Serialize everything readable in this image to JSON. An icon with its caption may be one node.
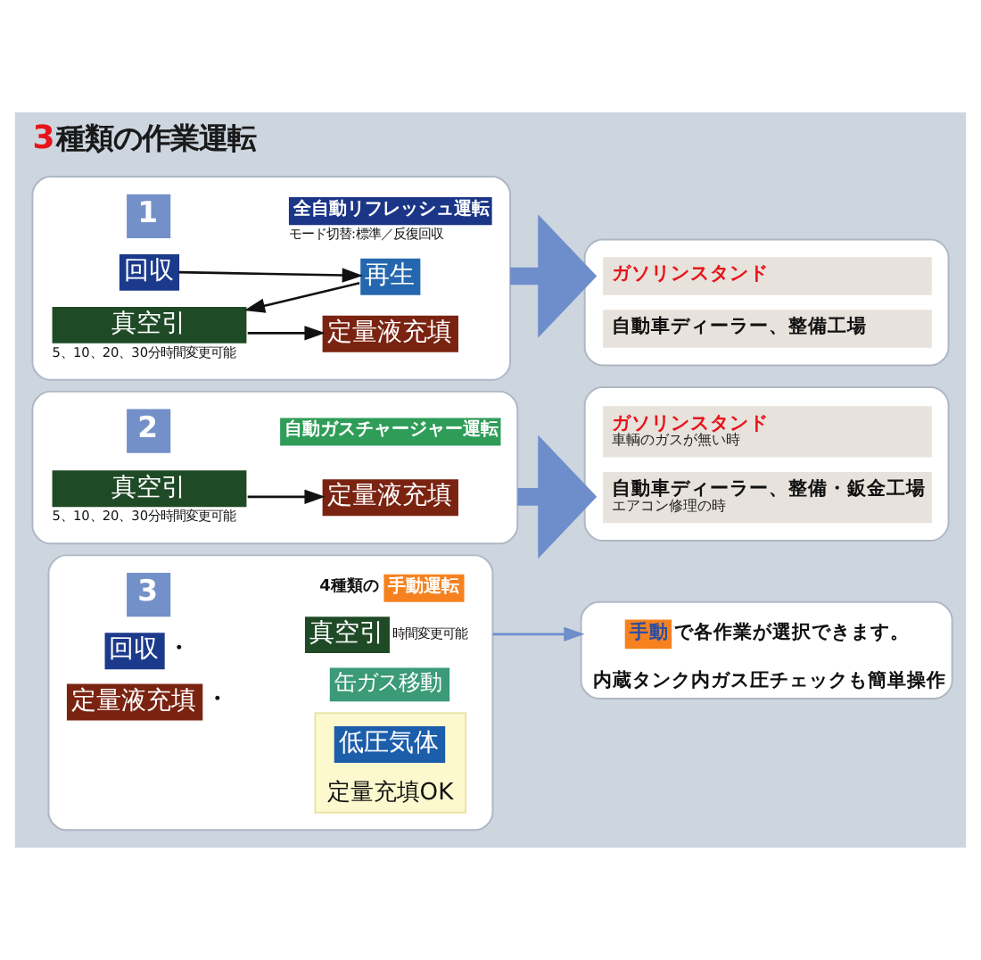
{
  "diagram": {
    "title": "3種類の作業運転",
    "nodes": [
      {
        "text": [],
        "shape": "box"
      },
      {
        "text": [
          "1"
        ],
        "in": 0
      },
      {
        "text": [
          "全自動リフレッシュ運転"
        ],
        "in": 0,
        "beside": [
          "モード切替:標準／反復回収"
        ]
      },
      {
        "text": [
          "回収"
        ],
        "in": 0
      },
      {
        "text": [
          "再生"
        ],
        "in": 0
      },
      {
        "text": [
          "真空引"
        ],
        "in": 0,
        "beside": [
          "5、10、20、30分時間変更可能"
        ]
      },
      {
        "text": [
          "定量液充填"
        ],
        "in": 0
      },
      {
        "text": [],
        "shape": "box"
      },
      {
        "text": [
          "ガソリンスタンド"
        ],
        "in": 7
      },
      {
        "text": [
          "自動車ディーラー、整備工場"
        ],
        "in": 7
      },
      {
        "text": [],
        "shape": "box"
      },
      {
        "text": [
          "2"
        ],
        "in": 10
      },
      {
        "text": [
          "自動ガスチャージャー運転"
        ],
        "in": 10
      },
      {
        "text": [
          "真空引"
        ],
        "in": 10,
        "beside": [
          "5、10、20、30分時間変更可能"
        ]
      },
      {
        "text": [
          "定量液充填"
        ],
        "in": 10
      },
      {
        "text": [],
        "shape": "box"
      },
      {
        "text": [
          "ガソリンスタンド",
          "車輌のガスが無い時"
        ],
        "in": 15
      },
      {
        "text": [
          "自動車ディーラー、整備・鈑金工場",
          "エアコン修理の時"
        ],
        "in": 15
      },
      {
        "text": [],
        "shape": "box"
      },
      {
        "text": [
          "3"
        ],
        "in": 18
      },
      {
        "text": [
          "手動運転"
        ],
        "in": 18,
        "beside": [
          "4種類の"
        ]
      },
      {
        "text": [
          "回収"
        ],
        "in": 18,
        "beside": [
          "・"
        ]
      },
      {
        "text": [
          "真空引"
        ],
        "in": 18,
        "beside": [
          "時間変更可能"
        ]
      },
      {
        "text": [
          "定量液充填"
        ],
        "in": 18,
        "beside": [
          "・"
        ]
      },
      {
        "text": [
          "缶ガス移動"
        ],
        "in": 18
      },
      {
        "text": [
          "定量充填OK"
        ],
        "in": 18
      },
      {
        "text": [
          "低圧気体"
        ],
        "in": 25
      },
      {
        "text": [
          "内蔵タンク内ガス圧チェックも簡単操作"
        ]
      },
      {
        "text": [
          "手動"
        ],
        "in": 27,
        "beside": [
          "で各作業が選択できます。"
        ]
      }
    ],
    "edges": [
      {
        "from": 3,
        "to": 4,
        "arrow": "to"
      },
      {
        "from": 4,
        "to": 5,
        "arrow": "to"
      },
      {
        "from": 5,
        "to": 6,
        "arrow": "to"
      },
      {
        "from": 0,
        "to": 7,
        "arrow": "to",
        "style": "thick",
        "color": "#6e8ecb"
      },
      {
        "from": 13,
        "to": 14,
        "arrow": "to"
      },
      {
        "from": 10,
        "to": 15,
        "arrow": "to",
        "style": "thick",
        "color": "#6e8ecb"
      },
      {
        "from": 18,
        "to": 27,
        "arrow": "to",
        "color": "#6e8ecb"
      }
    ]
  }
}
